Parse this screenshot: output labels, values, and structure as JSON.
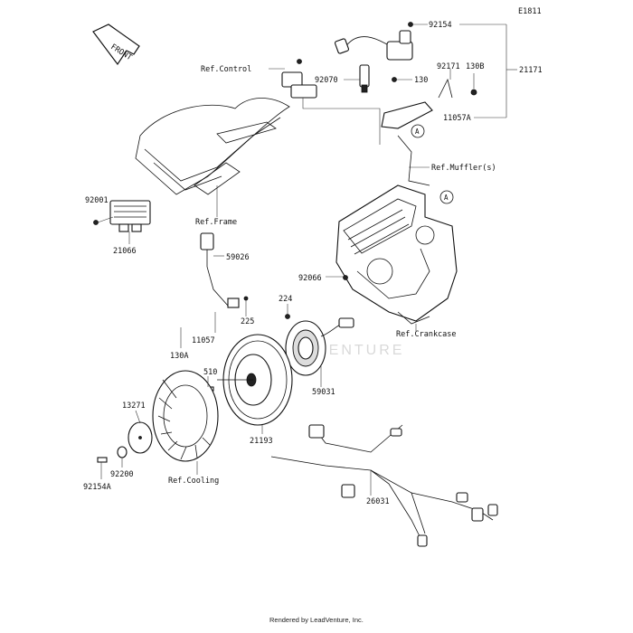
{
  "diagram": {
    "code": "E1811",
    "front_label": "FRONT",
    "credit": "Rendered by LeadVenture, Inc.",
    "watermark": "VENTURE",
    "callouts": {
      "p92154": "92154",
      "p21171": "21171",
      "p92171": "92171",
      "p130B": "130B",
      "p130": "130",
      "p92070": "92070",
      "p11057A": "11057A",
      "ref_control": "Ref.Control",
      "ref_muffler": "Ref.Muffler(s)",
      "p92001": "92001",
      "p21066": "21066",
      "ref_frame": "Ref.Frame",
      "p59026": "59026",
      "p92066": "92066",
      "p224": "224",
      "p225": "225",
      "p130A": "130A",
      "p11057": "11057",
      "ref_crankcase": "Ref.Crankcase",
      "p59031": "59031",
      "p510": "510",
      "p13271": "13271",
      "p21193": "21193",
      "p92200": "92200",
      "p92154A": "92154A",
      "ref_cooling": "Ref.Cooling",
      "p26031": "26031",
      "ref_a1": "A",
      "ref_a2": "A"
    }
  }
}
